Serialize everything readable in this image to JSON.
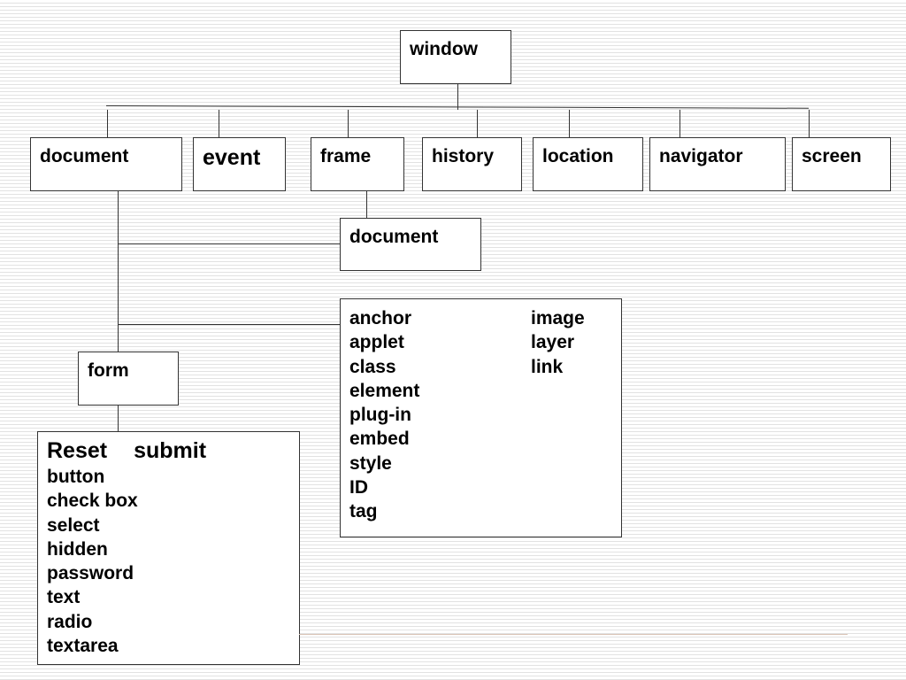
{
  "root": "window",
  "children": [
    "document",
    "event",
    "frame",
    "history",
    "location",
    "navigator",
    "screen"
  ],
  "frame_document": "document",
  "form": "form",
  "form_items": {
    "top_row": [
      "Reset",
      "submit"
    ],
    "rest": [
      "button",
      "check box",
      "select",
      "hidden",
      "password",
      "text",
      "radio",
      "textarea"
    ]
  },
  "document_items": {
    "col1": [
      "anchor",
      "applet",
      "class",
      "element",
      "plug-in",
      "embed",
      "style",
      "ID",
      "tag"
    ],
    "col2": [
      "image",
      "layer",
      "link"
    ]
  }
}
